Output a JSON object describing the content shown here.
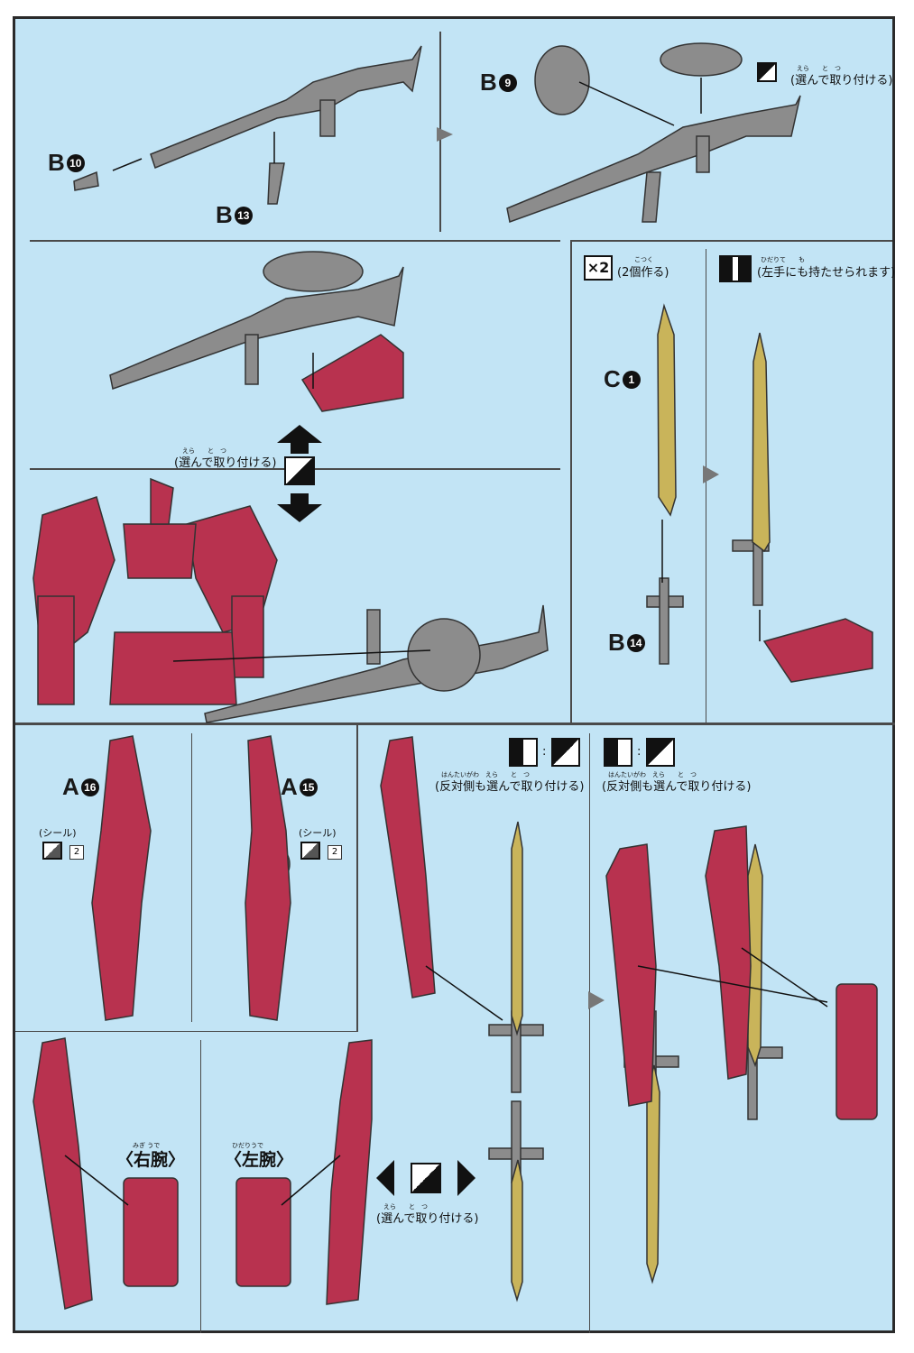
{
  "parts": {
    "b10": {
      "letter": "B",
      "number": "10"
    },
    "b13": {
      "letter": "B",
      "number": "13"
    },
    "b9": {
      "letter": "B",
      "number": "9"
    },
    "c1": {
      "letter": "C",
      "number": "1"
    },
    "b14": {
      "letter": "B",
      "number": "14"
    },
    "a16": {
      "letter": "A",
      "number": "16"
    },
    "a15": {
      "letter": "A",
      "number": "15"
    }
  },
  "notes": {
    "choose_attach": "(選んで取り付ける)",
    "choose_attach_ruby": "えら　　と　つ",
    "make_two_icon": "×2",
    "make_two": "(2個作る)",
    "make_two_ruby": "こつく",
    "left_hand": "(左手にも持たせられます)",
    "left_hand_ruby": "ひだりて　　も",
    "opposite_side": "(反対側も選んで取り付ける)",
    "opposite_side_ruby": "はんたいがわ　えら　　と　つ",
    "seal": "(シール)",
    "seal_count": "2",
    "right_arm": "〈右腕〉",
    "right_arm_ruby": "みぎ うで",
    "left_arm": "〈左腕〉",
    "left_arm_ruby": "ひだりうで",
    "colon": ":"
  },
  "colors": {
    "background": "#c2e4f5",
    "gray_part": "#8a8a8a",
    "red_part": "#b8324f",
    "yellow_part": "#c9b45a"
  }
}
